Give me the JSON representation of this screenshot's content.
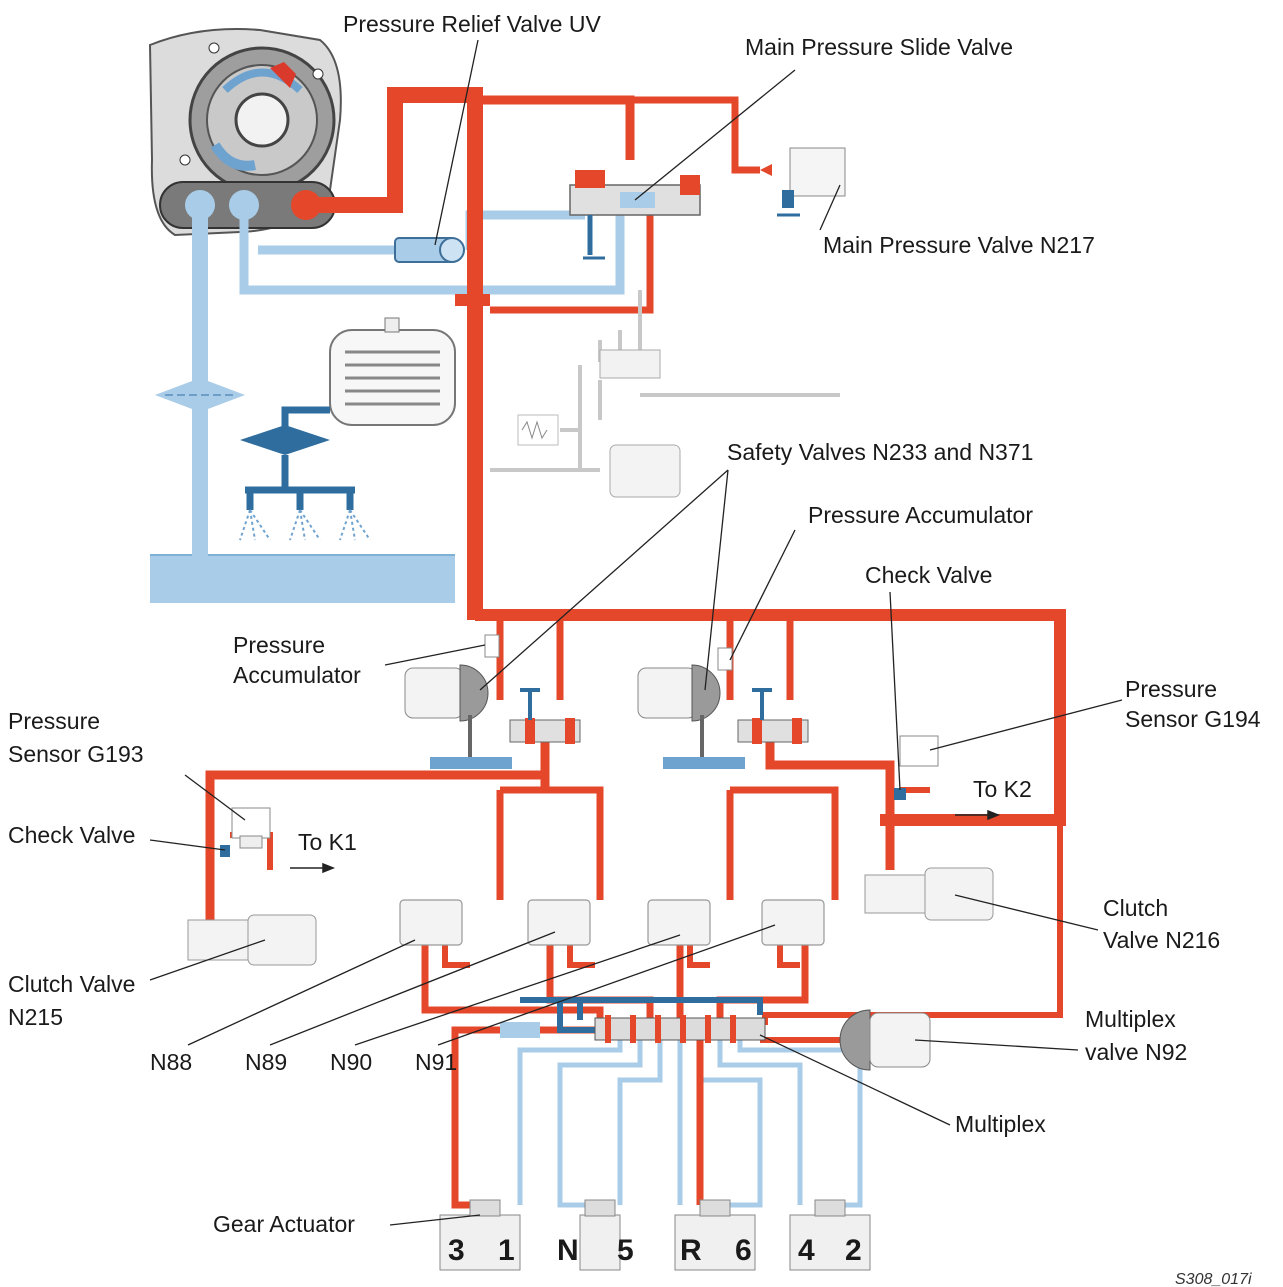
{
  "labels": {
    "pressure_relief_valve": "Pressure Relief Valve UV",
    "main_pressure_slide_valve": "Main Pressure Slide Valve",
    "main_pressure_valve": "Main Pressure Valve N217",
    "safety_valves": "Safety Valves N233 and N371",
    "pressure_accumulator_right": "Pressure Accumulator",
    "check_valve_right": "Check Valve",
    "pressure_accumulator_left_1": "Pressure",
    "pressure_accumulator_left_2": "Accumulator",
    "pressure_sensor_g194_1": "Pressure",
    "pressure_sensor_g194_2": "Sensor G194",
    "pressure_sensor_g193_1": "Pressure",
    "pressure_sensor_g193_2": "Sensor G193",
    "check_valve_left": "Check Valve",
    "to_k1": "To K1",
    "to_k2": "To K2",
    "clutch_valve_n216_1": "Clutch",
    "clutch_valve_n216_2": "Valve N216",
    "clutch_valve_n215_1": "Clutch Valve",
    "clutch_valve_n215_2": "N215",
    "multiplex_valve_1": "Multiplex",
    "multiplex_valve_2": "valve N92",
    "multiplex": "Multiplex",
    "n88": "N88",
    "n89": "N89",
    "n90": "N90",
    "n91": "N91",
    "gear_actuator": "Gear Actuator",
    "figure_code": "S308_017i"
  },
  "gears": [
    "3",
    "1",
    "N",
    "5",
    "R",
    "6",
    "4",
    "2"
  ],
  "colors": {
    "pressure_oil": "#e4472a",
    "return_oil": "#a9cde8",
    "control_oil": "#2f6d9f",
    "housing": "#c8c8c8"
  }
}
